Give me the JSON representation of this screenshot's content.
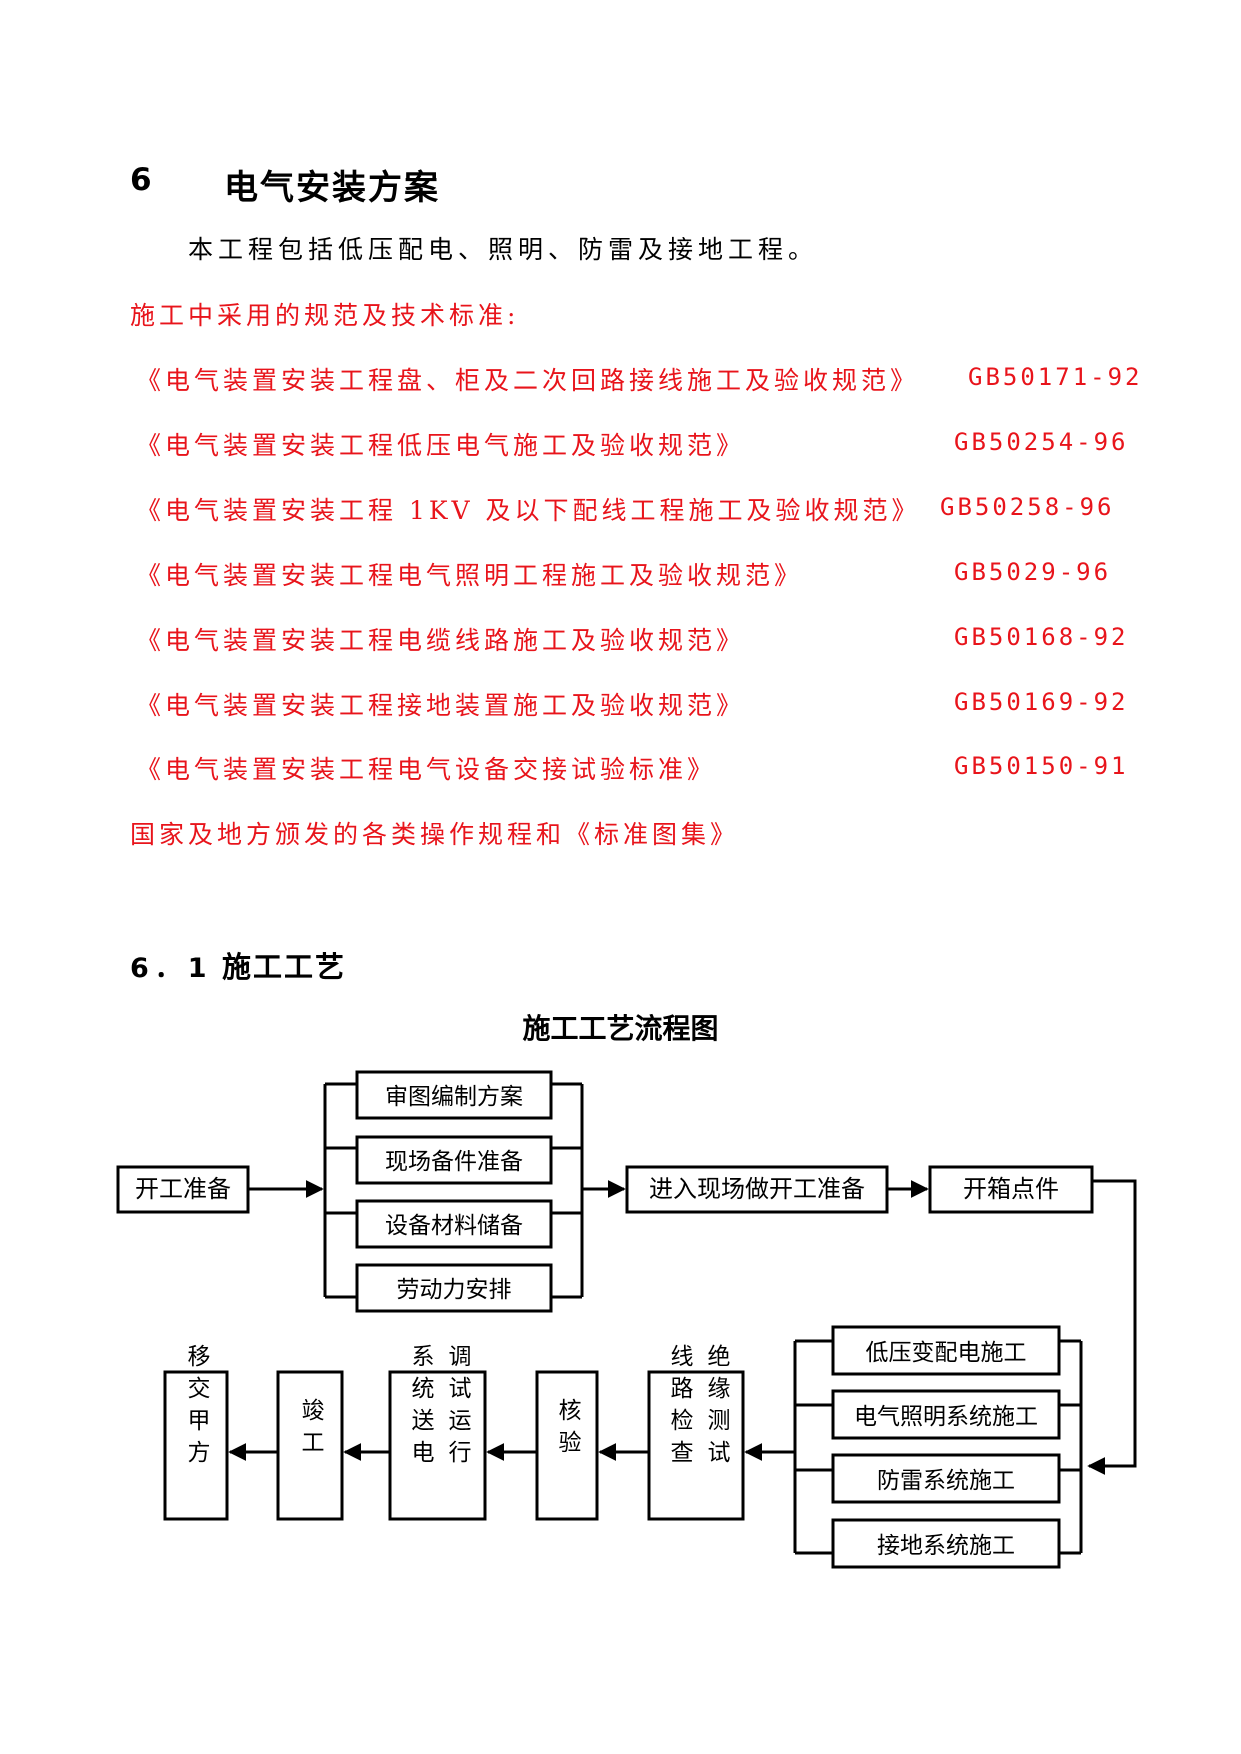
{
  "section": {
    "number": "6",
    "title": "电气安装方案"
  },
  "intro": "本工程包括低压配电、照明、防雷及接地工程。",
  "standards_heading": "施工中采用的规范及技术标准:",
  "standards": [
    {
      "title": "《电气装置安装工程盘、柜及二次回路接线施工及验收规范》",
      "code": "GB50171-92"
    },
    {
      "title": "《电气装置安装工程低压电气施工及验收规范》",
      "code": "GB50254-96"
    },
    {
      "title": "《电气装置安装工程 1KV 及以下配线工程施工及验收规范》",
      "code": "GB50258-96"
    },
    {
      "title": "《电气装置安装工程电气照明工程施工及验收规范》",
      "code": "GB5029-96"
    },
    {
      "title": "《电气装置安装工程电缆线路施工及验收规范》",
      "code": "GB50168-92"
    },
    {
      "title": "《电气装置安装工程接地装置施工及验收规范》",
      "code": "GB50169-92"
    },
    {
      "title": "《电气装置安装工程电气设备交接试验标准》",
      "code": "GB50150-91"
    }
  ],
  "closing_note": "国家及地方颁发的各类操作规程和《标准图集》",
  "subsection": {
    "number": "6．1",
    "title": "施工工艺"
  },
  "flowchart": {
    "title": "施工工艺流程图",
    "start": "开工准备",
    "prep_items": [
      "审图编制方案",
      "现场备件准备",
      "设备材料储备",
      "劳动力安排"
    ],
    "site_prep": "进入现场做开工准备",
    "unpack": "开箱点件",
    "construction_items": [
      "低压变配电施工",
      "电气照明系统施工",
      "防雷系统施工",
      "接地系统施工"
    ],
    "insulation_test": [
      "线路检查",
      "绝缘测试"
    ],
    "verify": "核验",
    "commissioning": [
      "系统送电",
      "调试运行"
    ],
    "completion": "竣工",
    "handover": "移交甲方"
  }
}
